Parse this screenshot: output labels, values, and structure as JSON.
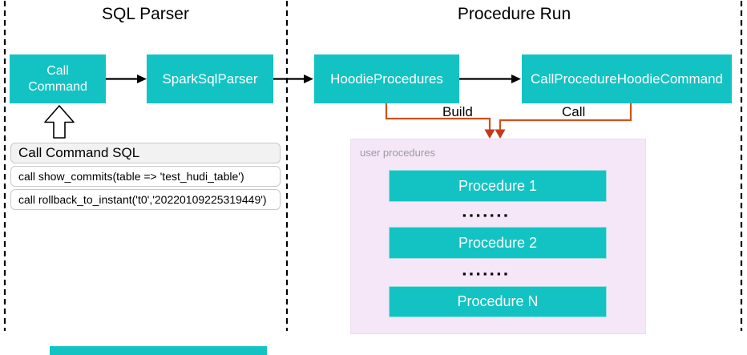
{
  "sections": {
    "left_title": "SQL Parser",
    "right_title": "Procedure Run"
  },
  "nodes": {
    "call_command": "Call\nCommand",
    "spark_sql_parser": "SparkSqlParser",
    "hoodie_procedures": "HoodieProcedures",
    "call_procedure_hoodie_command": "CallProcedureHoodieCommand"
  },
  "edge_labels": {
    "build": "Build",
    "call": "Call"
  },
  "user_procedures": {
    "label": "user procedures",
    "items": [
      "Procedure 1",
      "Procedure 2",
      "Procedure N"
    ],
    "ellipsis": "▪▪▪▪▪▪▪"
  },
  "sql_panel": {
    "title": "Call Command SQL",
    "rows": [
      "call show_commits(table => 'test_hudi_table')",
      "call rollback_to_instant('t0','20220109225319449')"
    ]
  },
  "colors": {
    "node_teal": "#13C3C3",
    "connector_orange": "#D2501C",
    "connector_arrowhead": "#C33B17",
    "user_procedures_bg": "#F5E7F8",
    "sql_header_bg": "#F2F2F2"
  }
}
